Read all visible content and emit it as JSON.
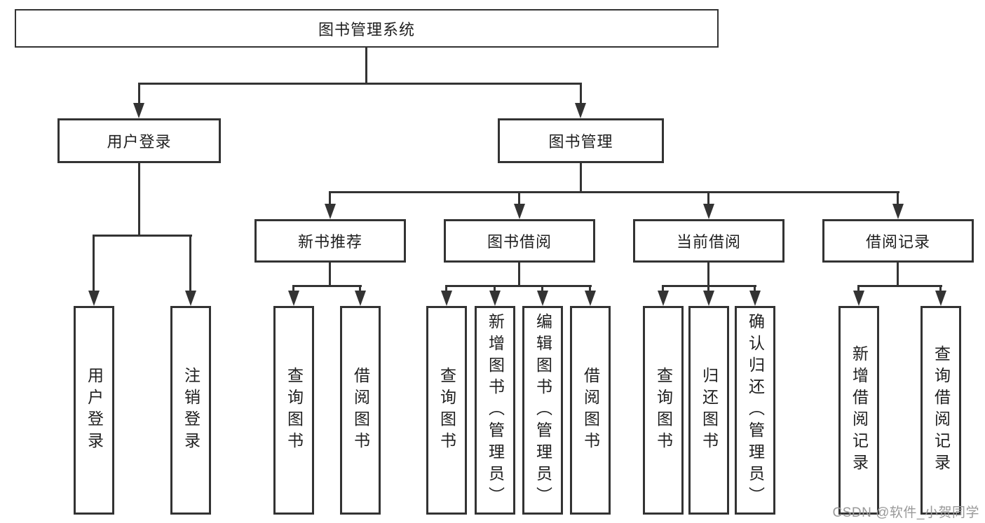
{
  "colors": {
    "line": "#333333",
    "text": "#1f1f1f",
    "watermark": "#999999",
    "background": "#ffffff"
  },
  "watermark": {
    "text": "CSDN @软件_小贺同学"
  },
  "nodes": {
    "root": "图书管理系统",
    "branches": {
      "login": "用户登录",
      "management": "图书管理"
    },
    "modules": {
      "recommend": "新书推荐",
      "borrowing": "图书借阅",
      "current": "当前借阅",
      "records": "借阅记录"
    },
    "leaves": {
      "login": [
        "用户登录",
        "注销登录"
      ],
      "recommend": [
        "查询图书",
        "借阅图书"
      ],
      "borrowing": [
        "查询图书",
        "新增图书（管理员）",
        "编辑图书（管理员）",
        "借阅图书"
      ],
      "current": [
        "查询图书",
        "归还图书",
        "确认归还（管理员）"
      ],
      "records": [
        "新增借阅记录",
        "查询借阅记录"
      ]
    }
  }
}
